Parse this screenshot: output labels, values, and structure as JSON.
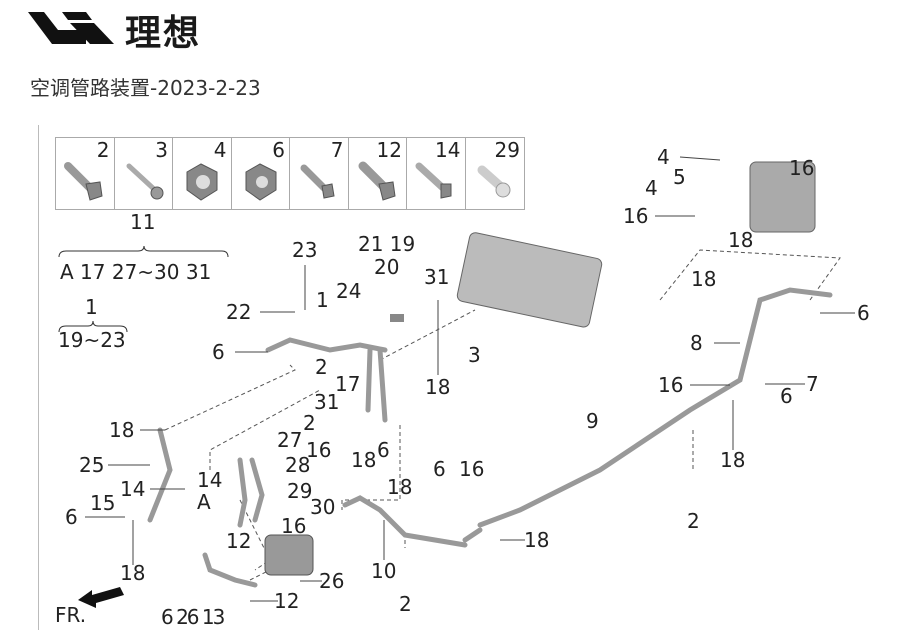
{
  "header": {
    "brand": "理想",
    "title": "空调管路装置-2023-2-23"
  },
  "parts_table": [
    {
      "label": "2",
      "type": "bolt"
    },
    {
      "label": "3",
      "type": "bolt"
    },
    {
      "label": "4",
      "type": "nut"
    },
    {
      "label": "6",
      "type": "nut"
    },
    {
      "label": "7",
      "type": "bolt"
    },
    {
      "label": "12",
      "type": "bolt"
    },
    {
      "label": "14",
      "type": "bolt"
    },
    {
      "label": "29",
      "type": "screw"
    }
  ],
  "groups": {
    "group11_label": "11",
    "group11_items": "A  17 27~30 31",
    "group1_label": "1",
    "group1_items": "19~23"
  },
  "direction": "FR.",
  "callouts": [
    "23",
    "21 19",
    "20",
    "31",
    "22",
    "1",
    "24",
    "6",
    "2",
    "17",
    "31",
    "2",
    "18",
    "14",
    "25",
    "14",
    "15",
    "6",
    "A",
    "27",
    "28",
    "16",
    "29",
    "30",
    "18",
    "6",
    "18",
    "18",
    "12",
    "16",
    "26",
    "12",
    "6 26 13",
    "10",
    "2",
    "6",
    "16",
    "18",
    "2",
    "9",
    "3",
    "18",
    "8",
    "16",
    "7",
    "6",
    "18",
    "6",
    "4",
    "5",
    "16",
    "4",
    "16",
    "18",
    "18"
  ]
}
